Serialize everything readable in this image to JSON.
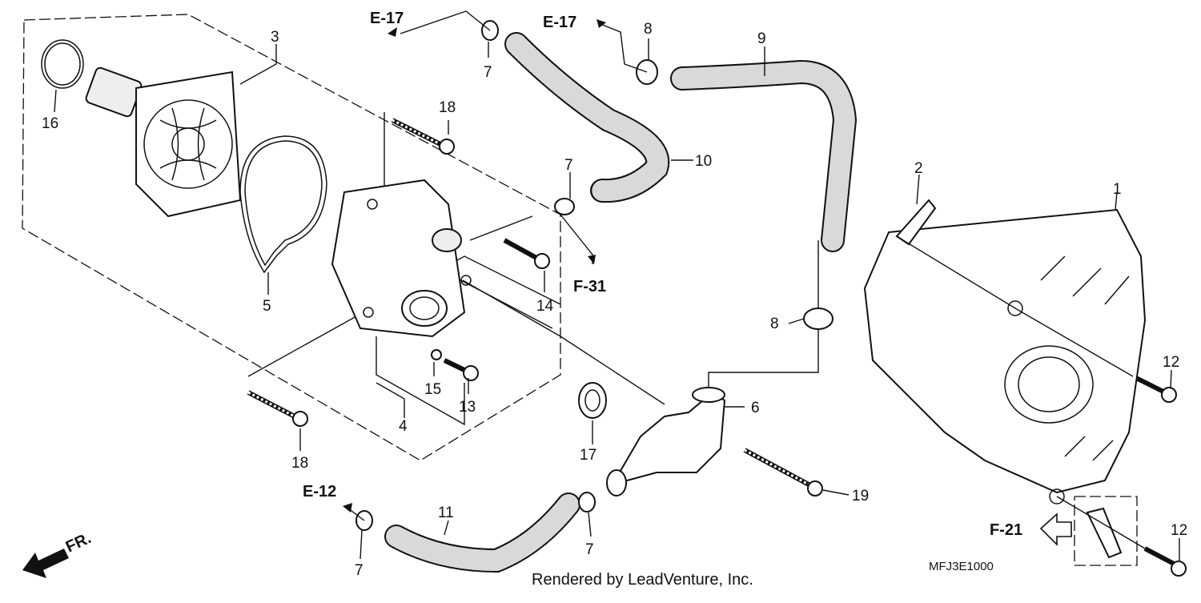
{
  "callouts": {
    "p1": "1",
    "p2": "2",
    "p3": "3",
    "p4": "4",
    "p5": "5",
    "p6": "6",
    "p7a": "7",
    "p7b": "7",
    "p7c": "7",
    "p7d": "7",
    "p8a": "8",
    "p8b": "8",
    "p9": "9",
    "p10": "10",
    "p11": "11",
    "p12a": "12",
    "p12b": "12",
    "p13": "13",
    "p14": "14",
    "p15": "15",
    "p16": "16",
    "p17": "17",
    "p18a": "18",
    "p18b": "18",
    "p19": "19"
  },
  "references": {
    "e17a": "E-17",
    "e17b": "E-17",
    "e12": "E-12",
    "f31": "F-31",
    "f21": "F-21"
  },
  "direction_label": "FR.",
  "diagram_code": "MFJ3E1000",
  "credit": "Rendered by LeadVenture, Inc."
}
